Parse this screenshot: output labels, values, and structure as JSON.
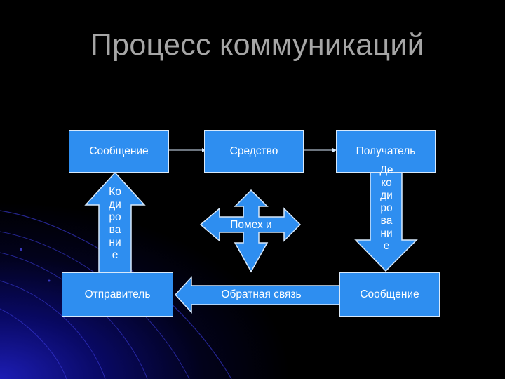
{
  "slide": {
    "title": "Процесс коммуникаций"
  },
  "diagram": {
    "box_top_left": "Сообщение",
    "box_top_mid": "Средство",
    "box_top_right": "Получатель",
    "box_bottom_left": "Отправитель",
    "box_bottom_right": "Сообщение",
    "arrow_encoding": "Ко ди ро ва ни е",
    "arrow_decoding": "Де ко ди ро ва ни е",
    "arrow_noise": "Помех и",
    "arrow_feedback": "Обратная связь"
  },
  "colors": {
    "shape_fill": "#2e8ef0",
    "shape_border": "#d8e9fb",
    "title": "#a6a6a6",
    "background": "#000000"
  }
}
